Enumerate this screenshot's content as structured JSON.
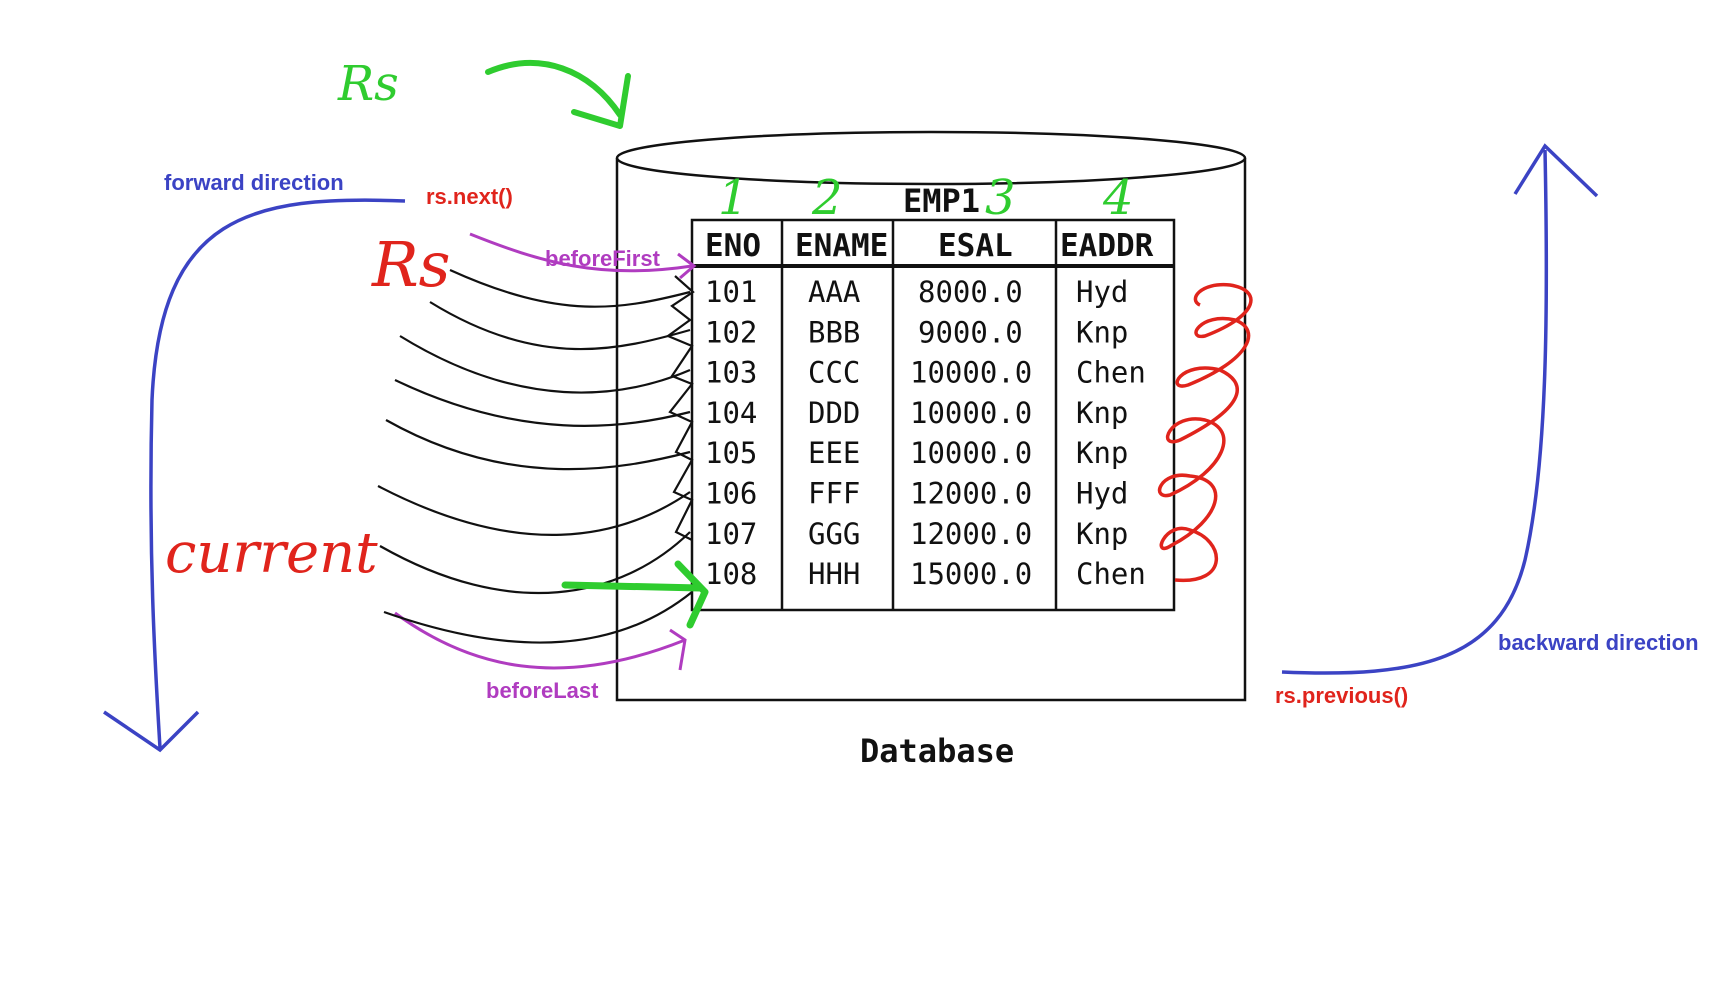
{
  "labels": {
    "rs_top": "Rs",
    "rs_mid": "Rs",
    "current": "current",
    "forward_direction": "forward direction",
    "backward_direction": "backward direction",
    "rs_next": "rs.next()",
    "rs_previous": "rs.previous()",
    "before_first": "beforeFirst",
    "before_last": "beforeLast",
    "database": "Database"
  },
  "table": {
    "name": "EMP1",
    "column_numbers": [
      "1",
      "2",
      "3",
      "4"
    ],
    "headers": [
      "ENO",
      "ENAME",
      "ESAL",
      "EADDR"
    ],
    "rows": [
      [
        "101",
        "AAA",
        "8000.0",
        "Hyd"
      ],
      [
        "102",
        "BBB",
        "9000.0",
        "Knp"
      ],
      [
        "103",
        "CCC",
        "10000.0",
        "Chen"
      ],
      [
        "104",
        "DDD",
        "10000.0",
        "Knp"
      ],
      [
        "105",
        "EEE",
        "10000.0",
        "Knp"
      ],
      [
        "106",
        "FFF",
        "12000.0",
        "Hyd"
      ],
      [
        "107",
        "GGG",
        "12000.0",
        "Knp"
      ],
      [
        "108",
        "HHH",
        "15000.0",
        "Chen"
      ]
    ]
  },
  "colors": {
    "blue": "#3b43c4",
    "red": "#e0241c",
    "purple": "#b03cc0",
    "green": "#2fcc2f",
    "black": "#111111"
  }
}
